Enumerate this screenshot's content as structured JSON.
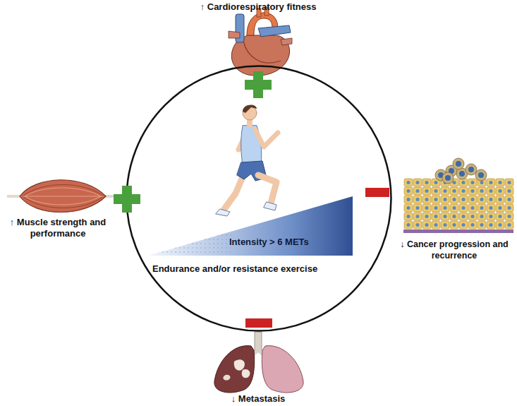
{
  "diagram": {
    "nodes": [
      {
        "text": [
          "Intensity > 6 METs",
          "Endurance and/or resistance exercise"
        ]
      }
    ],
    "labels": [
      "↑ Cardiorespiratory fitness",
      "↑ Muscle strength and performance",
      "↓ Cancer progression and recurrence",
      "↓ Metastasis"
    ]
  }
}
